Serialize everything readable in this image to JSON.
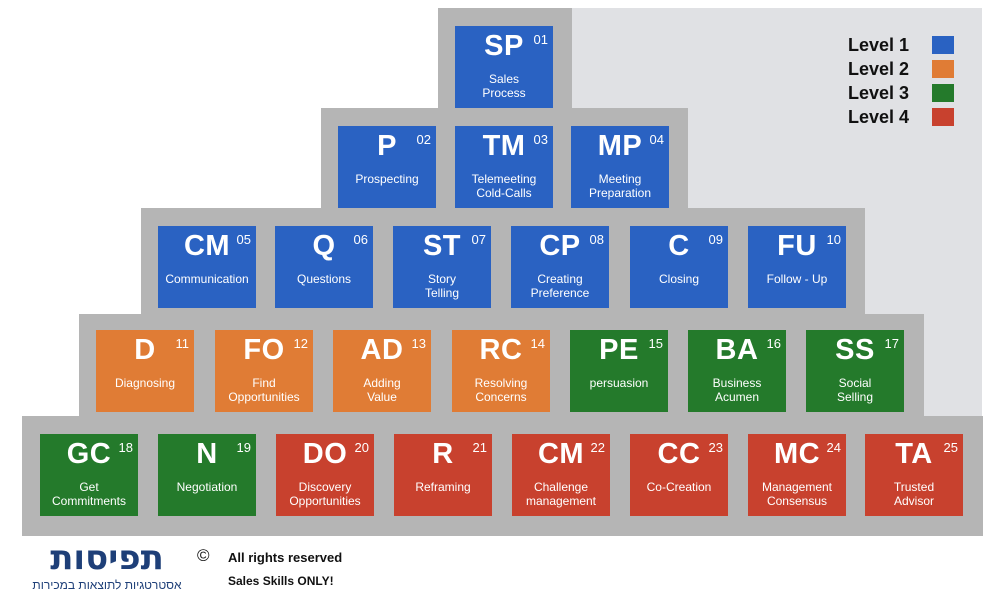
{
  "legend": [
    {
      "label": "Level 1",
      "color": "#2a62c2"
    },
    {
      "label": "Level 2",
      "color": "#e07c35"
    },
    {
      "label": "Level 3",
      "color": "#247a2b"
    },
    {
      "label": "Level 4",
      "color": "#c8412e"
    }
  ],
  "tiles": [
    {
      "abbr": "SP",
      "num": "01",
      "name": "Sales\nProcess",
      "level": 1
    },
    {
      "abbr": "P",
      "num": "02",
      "name": "Prospecting",
      "level": 1
    },
    {
      "abbr": "TM",
      "num": "03",
      "name": "Telemeeting\nCold-Calls",
      "level": 1
    },
    {
      "abbr": "MP",
      "num": "04",
      "name": "Meeting\nPreparation",
      "level": 1
    },
    {
      "abbr": "CM",
      "num": "05",
      "name": "Communication",
      "level": 1
    },
    {
      "abbr": "Q",
      "num": "06",
      "name": "Questions",
      "level": 1
    },
    {
      "abbr": "ST",
      "num": "07",
      "name": "Story\nTelling",
      "level": 1
    },
    {
      "abbr": "CP",
      "num": "08",
      "name": "Creating\nPreference",
      "level": 1
    },
    {
      "abbr": "C",
      "num": "09",
      "name": "Closing",
      "level": 1
    },
    {
      "abbr": "FU",
      "num": "10",
      "name": "Follow - Up",
      "level": 1
    },
    {
      "abbr": "D",
      "num": "11",
      "name": "Diagnosing",
      "level": 2
    },
    {
      "abbr": "FO",
      "num": "12",
      "name": "Find\nOpportunities",
      "level": 2
    },
    {
      "abbr": "AD",
      "num": "13",
      "name": "Adding\nValue",
      "level": 2
    },
    {
      "abbr": "RC",
      "num": "14",
      "name": "Resolving\nConcerns",
      "level": 2
    },
    {
      "abbr": "PE",
      "num": "15",
      "name": "persuasion",
      "level": 3
    },
    {
      "abbr": "BA",
      "num": "16",
      "name": "Business\nAcumen",
      "level": 3
    },
    {
      "abbr": "SS",
      "num": "17",
      "name": "Social\nSelling",
      "level": 3
    },
    {
      "abbr": "GC",
      "num": "18",
      "name": "Get\nCommitments",
      "level": 3
    },
    {
      "abbr": "N",
      "num": "19",
      "name": "Negotiation",
      "level": 3
    },
    {
      "abbr": "DO",
      "num": "20",
      "name": "Discovery\nOpportunities",
      "level": 4
    },
    {
      "abbr": "R",
      "num": "21",
      "name": "Reframing",
      "level": 4
    },
    {
      "abbr": "CM",
      "num": "22",
      "name": "Challenge\nmanagement",
      "level": 4
    },
    {
      "abbr": "CC",
      "num": "23",
      "name": "Co-Creation",
      "level": 4
    },
    {
      "abbr": "MC",
      "num": "24",
      "name": "Management\nConsensus",
      "level": 4
    },
    {
      "abbr": "TA",
      "num": "25",
      "name": "Trusted\nAdvisor",
      "level": 4
    }
  ],
  "footer": {
    "logo_text": "תפיסות",
    "logo_subtitle": "אסטרטגיות לתוצאות במכירות",
    "copyright_symbol": "©",
    "rights": "All rights reserved",
    "note": "Sales Skills ONLY!"
  }
}
